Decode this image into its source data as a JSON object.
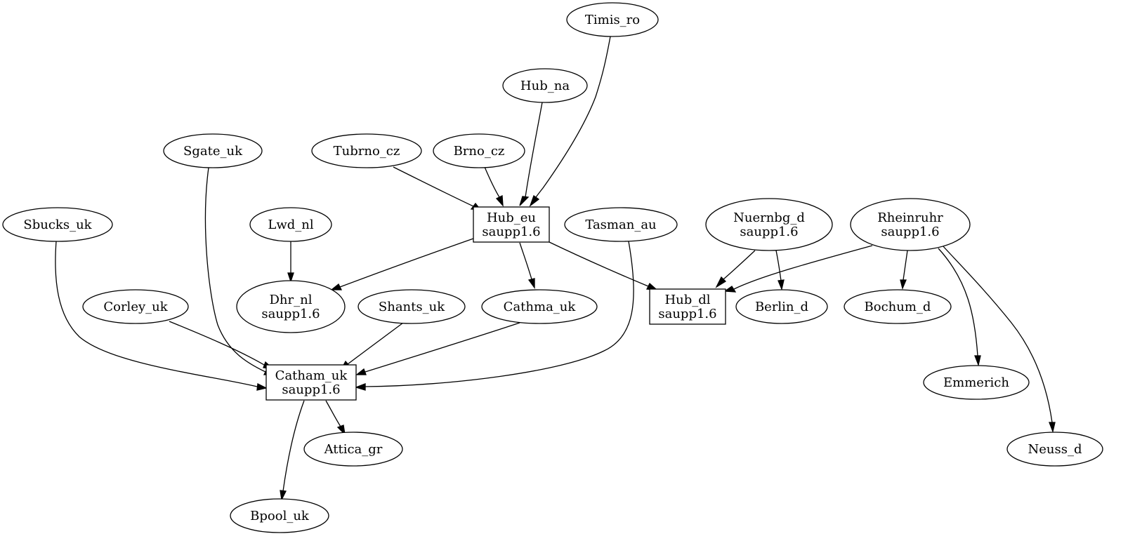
{
  "nodes": [
    {
      "id": "timis_ro",
      "shape": "ellipse",
      "lines": [
        "Timis_ro"
      ]
    },
    {
      "id": "hub_na",
      "shape": "ellipse",
      "lines": [
        "Hub_na"
      ]
    },
    {
      "id": "sgate_uk",
      "shape": "ellipse",
      "lines": [
        "Sgate_uk"
      ]
    },
    {
      "id": "tubrno_cz",
      "shape": "ellipse",
      "lines": [
        "Tubrno_cz"
      ]
    },
    {
      "id": "brno_cz",
      "shape": "ellipse",
      "lines": [
        "Brno_cz"
      ]
    },
    {
      "id": "sbucks_uk",
      "shape": "ellipse",
      "lines": [
        "Sbucks_uk"
      ]
    },
    {
      "id": "lwd_nl",
      "shape": "ellipse",
      "lines": [
        "Lwd_nl"
      ]
    },
    {
      "id": "hub_eu",
      "shape": "box",
      "lines": [
        "Hub_eu",
        "saupp1.6"
      ]
    },
    {
      "id": "tasman_au",
      "shape": "ellipse",
      "lines": [
        "Tasman_au"
      ]
    },
    {
      "id": "nuernbg_d",
      "shape": "ellipse",
      "lines": [
        "Nuernbg_d",
        "saupp1.6"
      ]
    },
    {
      "id": "rheinruhr",
      "shape": "ellipse",
      "lines": [
        "Rheinruhr",
        "saupp1.6"
      ]
    },
    {
      "id": "corley_uk",
      "shape": "ellipse",
      "lines": [
        "Corley_uk"
      ]
    },
    {
      "id": "dhr_nl",
      "shape": "ellipse",
      "lines": [
        "Dhr_nl",
        "saupp1.6"
      ]
    },
    {
      "id": "shants_uk",
      "shape": "ellipse",
      "lines": [
        "Shants_uk"
      ]
    },
    {
      "id": "cathma_uk",
      "shape": "ellipse",
      "lines": [
        "Cathma_uk"
      ]
    },
    {
      "id": "hub_dl",
      "shape": "box",
      "lines": [
        "Hub_dl",
        "saupp1.6"
      ]
    },
    {
      "id": "berlin_d",
      "shape": "ellipse",
      "lines": [
        "Berlin_d"
      ]
    },
    {
      "id": "bochum_d",
      "shape": "ellipse",
      "lines": [
        "Bochum_d"
      ]
    },
    {
      "id": "catham_uk",
      "shape": "box",
      "lines": [
        "Catham_uk",
        "saupp1.6"
      ]
    },
    {
      "id": "emmerich",
      "shape": "ellipse",
      "lines": [
        "Emmerich"
      ]
    },
    {
      "id": "attica_gr",
      "shape": "ellipse",
      "lines": [
        "Attica_gr"
      ]
    },
    {
      "id": "neuss_d",
      "shape": "ellipse",
      "lines": [
        "Neuss_d"
      ]
    },
    {
      "id": "bpool_uk",
      "shape": "ellipse",
      "lines": [
        "Bpool_uk"
      ]
    }
  ],
  "edges": [
    {
      "from": "timis_ro",
      "to": "hub_eu"
    },
    {
      "from": "hub_na",
      "to": "hub_eu"
    },
    {
      "from": "tubrno_cz",
      "to": "hub_eu"
    },
    {
      "from": "brno_cz",
      "to": "hub_eu"
    },
    {
      "from": "lwd_nl",
      "to": "dhr_nl"
    },
    {
      "from": "hub_eu",
      "to": "dhr_nl"
    },
    {
      "from": "hub_eu",
      "to": "cathma_uk"
    },
    {
      "from": "hub_eu",
      "to": "hub_dl"
    },
    {
      "from": "nuernbg_d",
      "to": "hub_dl"
    },
    {
      "from": "nuernbg_d",
      "to": "berlin_d"
    },
    {
      "from": "rheinruhr",
      "to": "hub_dl"
    },
    {
      "from": "rheinruhr",
      "to": "bochum_d"
    },
    {
      "from": "rheinruhr",
      "to": "emmerich"
    },
    {
      "from": "rheinruhr",
      "to": "neuss_d"
    },
    {
      "from": "sbucks_uk",
      "to": "catham_uk"
    },
    {
      "from": "sgate_uk",
      "to": "catham_uk"
    },
    {
      "from": "corley_uk",
      "to": "catham_uk"
    },
    {
      "from": "shants_uk",
      "to": "catham_uk"
    },
    {
      "from": "cathma_uk",
      "to": "catham_uk"
    },
    {
      "from": "tasman_au",
      "to": "catham_uk"
    },
    {
      "from": "catham_uk",
      "to": "attica_gr"
    },
    {
      "from": "catham_uk",
      "to": "bpool_uk"
    }
  ]
}
